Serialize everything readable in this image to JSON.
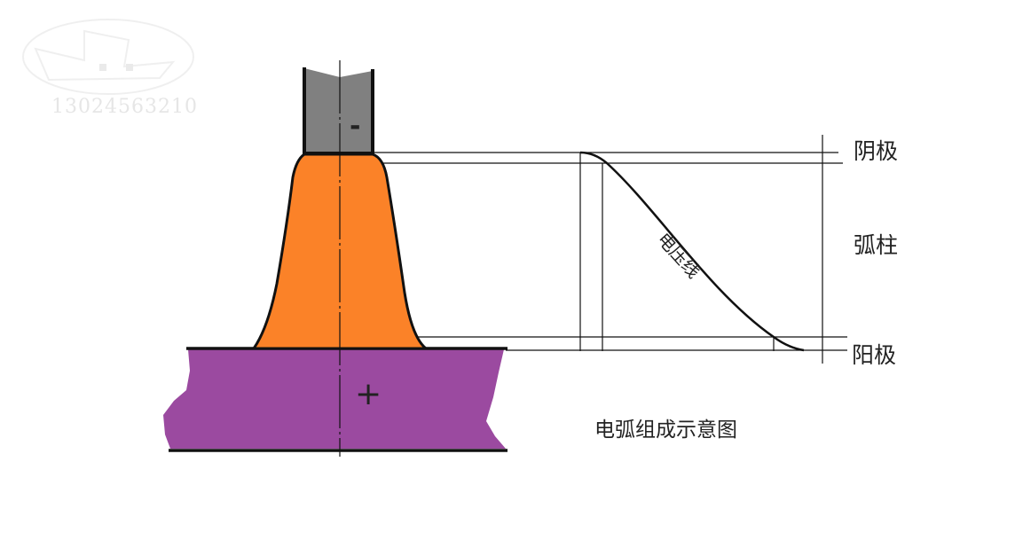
{
  "watermark": {
    "text": "13024563210"
  },
  "electrode": {
    "sign": "-",
    "color": "#808080"
  },
  "arc": {
    "color": "#fb8228"
  },
  "workpiece": {
    "sign": "+",
    "color": "#9b4aa0"
  },
  "labels": {
    "cathode": "阴极",
    "arc_column": "弧柱",
    "anode": "阳极",
    "voltage_line": "电压线",
    "caption": "电弧组成示意图"
  }
}
